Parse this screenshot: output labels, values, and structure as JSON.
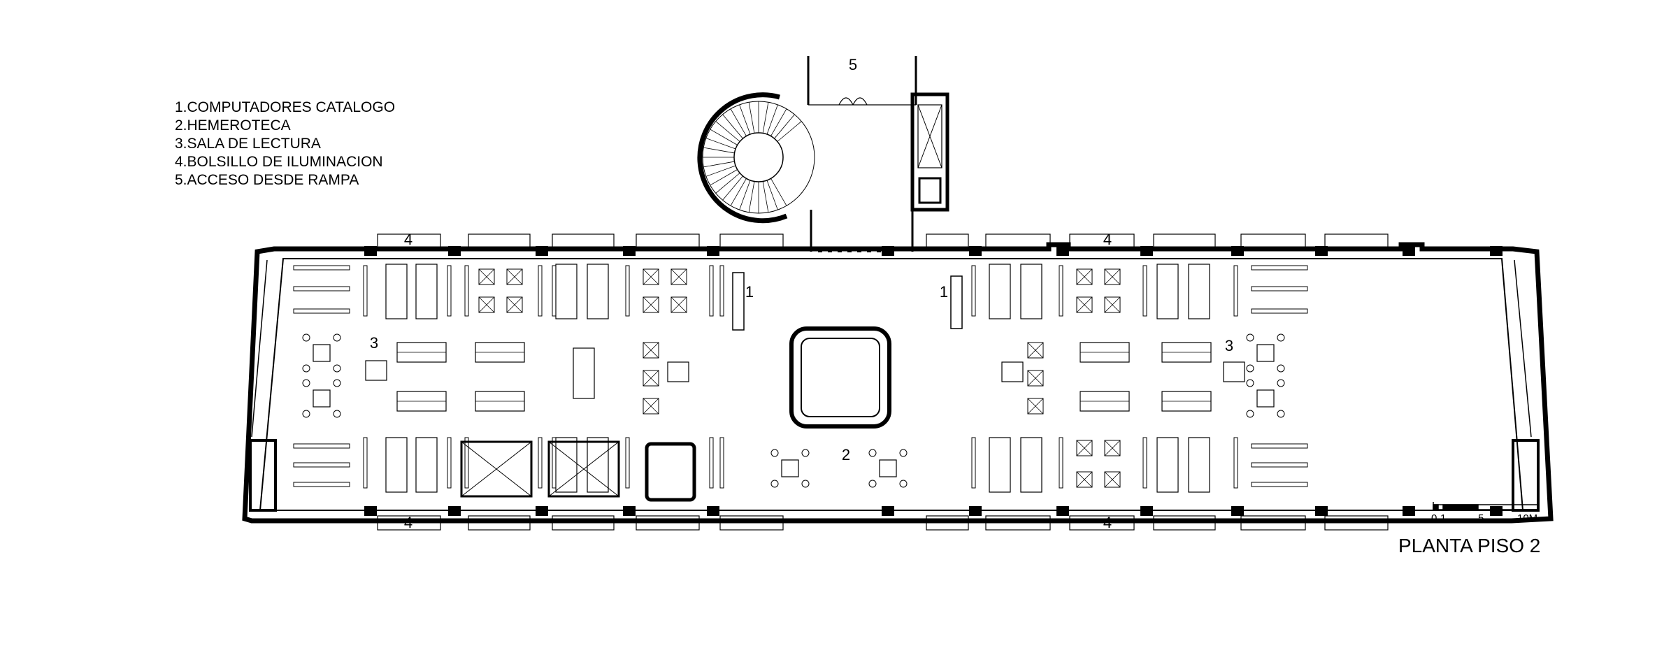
{
  "legend": [
    "1.COMPUTADORES CATALOGO",
    "2.HEMEROTECA",
    "3.SALA DE LECTURA",
    "4.BOLSILLO DE ILUMINACION",
    "5.ACCESO DESDE RAMPA"
  ],
  "labels": {
    "n1": "1",
    "n2": "2",
    "n3": "3",
    "n4": "4",
    "n5": "5"
  },
  "title": "PLANTA PISO 2",
  "scale": {
    "t0": "0",
    "t1": "1",
    "t5": "5",
    "t10": "10M"
  }
}
